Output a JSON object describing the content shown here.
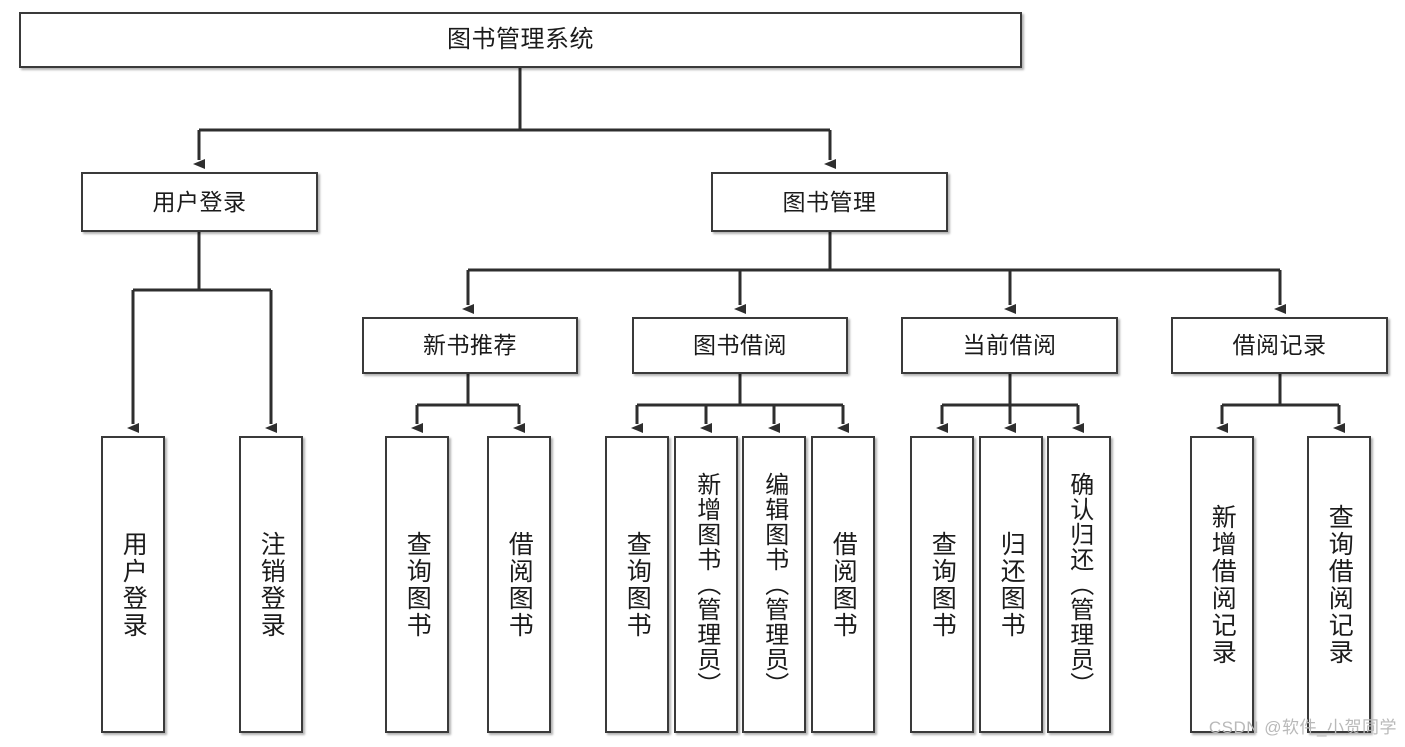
{
  "diagram": {
    "type": "tree-hierarchy",
    "title": "图书管理系统",
    "line_color": "#3a3a3a",
    "box_fill": "#ffffff",
    "text_color": "#1b1b1b",
    "root": {
      "label": "图书管理系统"
    },
    "level2": [
      {
        "label": "用户登录"
      },
      {
        "label": "图书管理"
      }
    ],
    "level3": [
      {
        "label": "新书推荐"
      },
      {
        "label": "图书借阅"
      },
      {
        "label": "当前借阅"
      },
      {
        "label": "借阅记录"
      }
    ],
    "leaves": {
      "user_login": [
        {
          "label": "用户登录"
        },
        {
          "label": "注销登录"
        }
      ],
      "new_book": [
        {
          "label": "查询图书"
        },
        {
          "label": "借阅图书"
        }
      ],
      "borrow_book": [
        {
          "label": "查询图书"
        },
        {
          "label": "新增图书（管理员）"
        },
        {
          "label": "编辑图书（管理员）"
        },
        {
          "label": "借阅图书"
        }
      ],
      "current_borrow": [
        {
          "label": "查询图书"
        },
        {
          "label": "归还图书"
        },
        {
          "label": "确认归还（管理员）"
        }
      ],
      "borrow_record": [
        {
          "label": "新增借阅记录"
        },
        {
          "label": "查询借阅记录"
        }
      ]
    }
  },
  "watermark": {
    "text": "CSDN @软件_小贺同学",
    "color": "#b9b9b9"
  }
}
